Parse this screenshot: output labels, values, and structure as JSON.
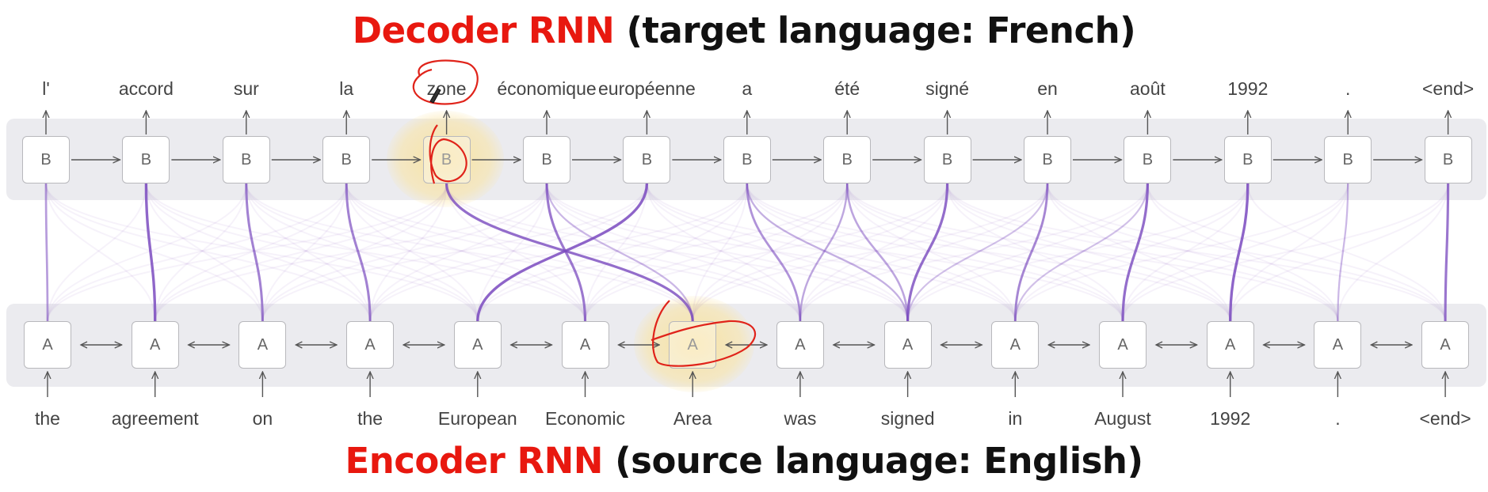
{
  "header": {
    "decoder_highlight": "Decoder RNN",
    "decoder_rest": " (target language: French)"
  },
  "footer": {
    "encoder_highlight": "Encoder RNN",
    "encoder_rest": " (source language: English)"
  },
  "decoder": {
    "cell_label": "B",
    "words": [
      "l'",
      "accord",
      "sur",
      "la",
      "zone",
      "économique",
      "européenne",
      "a",
      "été",
      "signé",
      "en",
      "août",
      "1992",
      ".",
      "<end>"
    ],
    "highlighted_index": 4
  },
  "encoder": {
    "cell_label": "A",
    "words": [
      "the",
      "agreement",
      "on",
      "the",
      "European",
      "Economic",
      "Area",
      "was",
      "signed",
      "in",
      "August",
      "1992",
      ".",
      "<end>"
    ],
    "highlighted_index": 6
  },
  "attention": [
    {
      "decoder": 0,
      "encoder": 0,
      "weight": 0.55
    },
    {
      "decoder": 1,
      "encoder": 1,
      "weight": 0.85
    },
    {
      "decoder": 2,
      "encoder": 2,
      "weight": 0.7
    },
    {
      "decoder": 3,
      "encoder": 3,
      "weight": 0.7
    },
    {
      "decoder": 4,
      "encoder": 6,
      "weight": 0.8
    },
    {
      "decoder": 5,
      "encoder": 5,
      "weight": 0.75
    },
    {
      "decoder": 5,
      "encoder": 6,
      "weight": 0.35
    },
    {
      "decoder": 6,
      "encoder": 4,
      "weight": 0.85
    },
    {
      "decoder": 7,
      "encoder": 7,
      "weight": 0.6
    },
    {
      "decoder": 7,
      "encoder": 8,
      "weight": 0.4
    },
    {
      "decoder": 8,
      "encoder": 7,
      "weight": 0.45
    },
    {
      "decoder": 8,
      "encoder": 8,
      "weight": 0.5
    },
    {
      "decoder": 9,
      "encoder": 8,
      "weight": 0.8
    },
    {
      "decoder": 10,
      "encoder": 9,
      "weight": 0.65
    },
    {
      "decoder": 10,
      "encoder": 8,
      "weight": 0.3
    },
    {
      "decoder": 11,
      "encoder": 10,
      "weight": 0.8
    },
    {
      "decoder": 11,
      "encoder": 9,
      "weight": 0.3
    },
    {
      "decoder": 12,
      "encoder": 11,
      "weight": 0.85
    },
    {
      "decoder": 13,
      "encoder": 12,
      "weight": 0.35
    },
    {
      "decoder": 14,
      "encoder": 13,
      "weight": 0.75
    }
  ],
  "colors": {
    "title_highlight": "#e8180f",
    "attention": "#7b4bbf",
    "annotation": "#e0231a",
    "highlight_glow": "#f7dc9a"
  }
}
